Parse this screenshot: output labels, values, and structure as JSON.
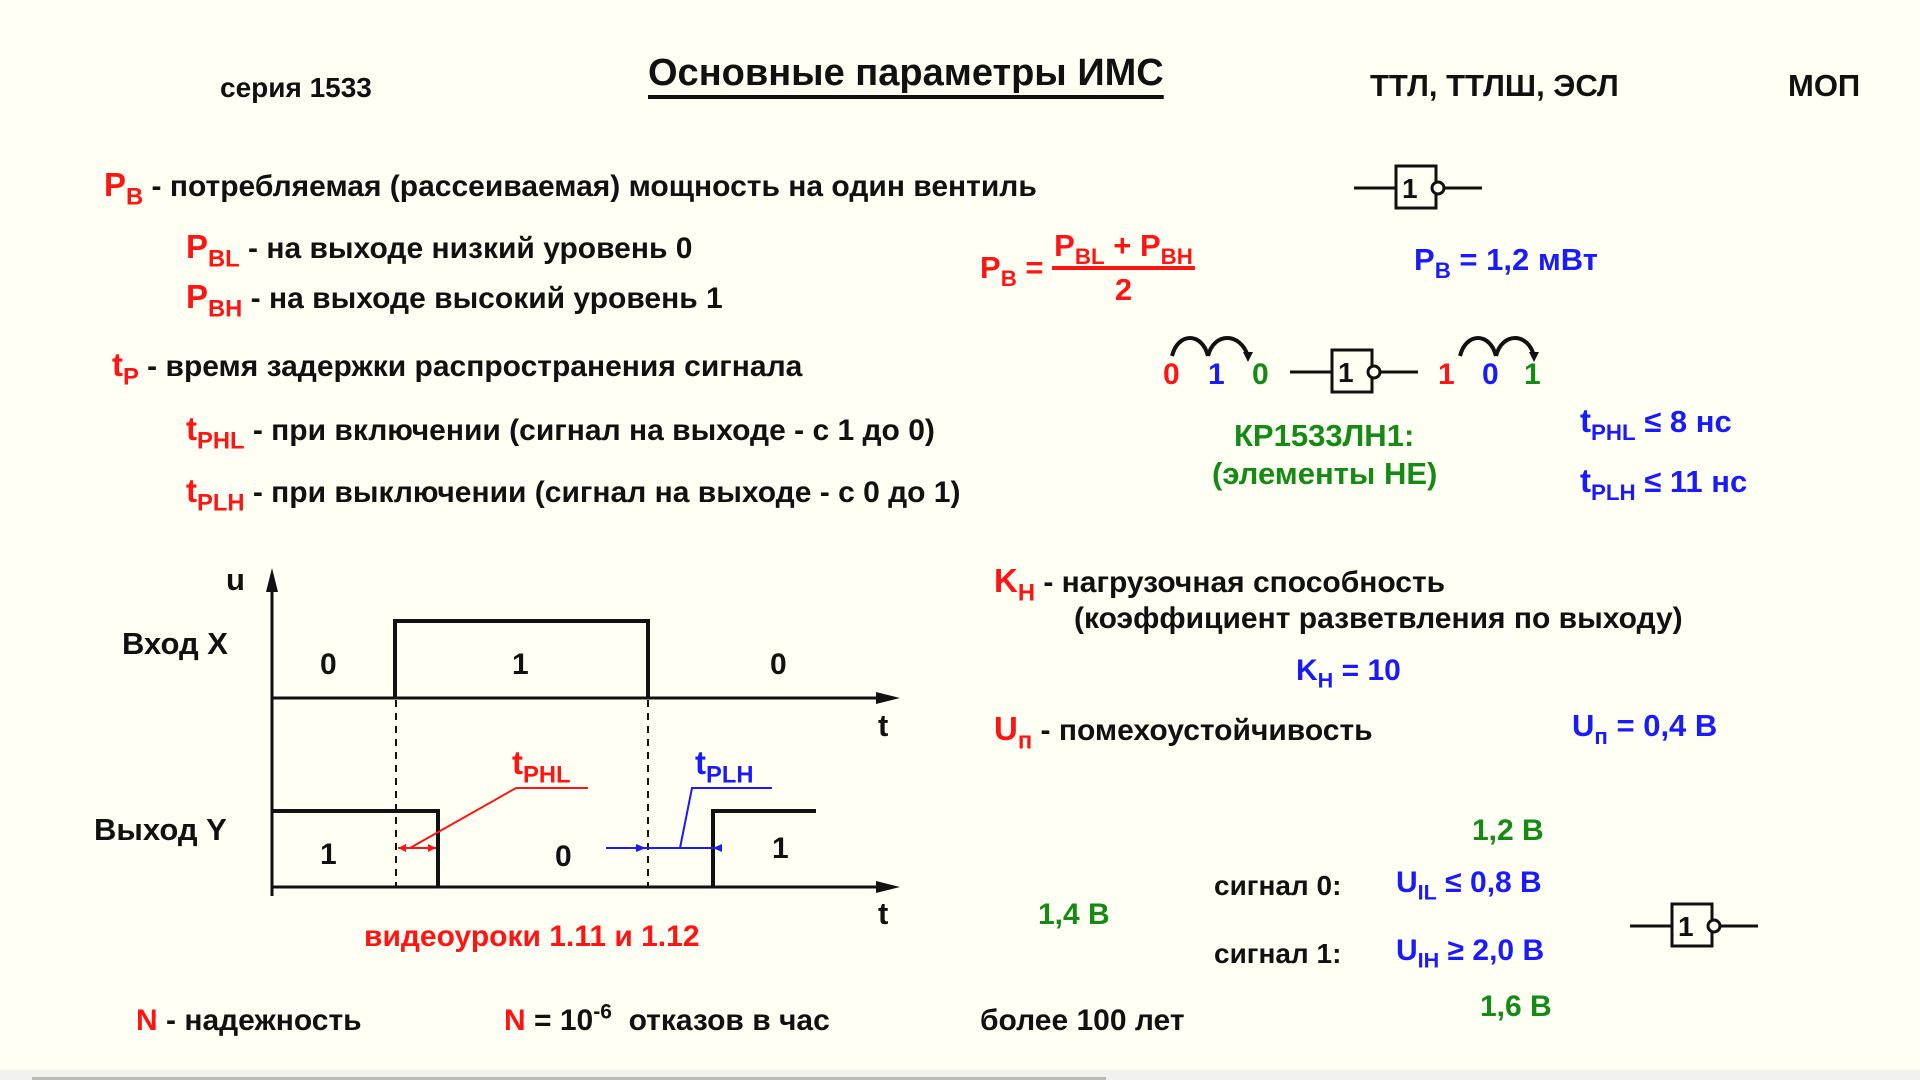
{
  "header": {
    "series": "серия 1533",
    "title": "Основные параметры ИМС",
    "col_ttl": "ТТЛ, ТТЛШ, ЭСЛ",
    "col_mop": "МОП"
  },
  "power": {
    "sym": "P",
    "sub": "B",
    "desc": " - потребляемая (рассеиваемая) мощность на один вентиль",
    "low": {
      "sym": "P",
      "sub": "BL",
      "desc": " - на выходе низкий уровень 0"
    },
    "high": {
      "sym": "P",
      "sub": "BH",
      "desc": " - на выходе высокий уровень 1"
    },
    "formula": {
      "lhs_sym": "P",
      "lhs_sub": "B",
      "eq": " = ",
      "num_a_sym": "P",
      "num_a_sub": "BL",
      "plus": " + ",
      "num_b_sym": "P",
      "num_b_sub": "BH",
      "den": "2"
    },
    "value": {
      "sym": "P",
      "sub": "B",
      "rest": " = 1,2 мВт"
    },
    "gate_label": "1"
  },
  "delay": {
    "sym": "t",
    "sub": "P",
    "desc": " - время задержки распространения сигнала",
    "phl": {
      "sym": "t",
      "sub": "PHL",
      "desc": " - при включении (сигнал на выходе - с 1 до 0)"
    },
    "plh": {
      "sym": "t",
      "sub": "PLH",
      "desc": " - при выключении (сигнал на выходе - с 0 до 1)"
    },
    "gate_label": "1",
    "input_seq": [
      "0",
      "1",
      "0"
    ],
    "output_seq": [
      "1",
      "0",
      "1"
    ],
    "chip": "КР1533ЛН1:",
    "chip_desc": "(элементы НЕ)",
    "phl_value": {
      "sym": "t",
      "sub": "PHL",
      "rest": " ≤ 8 нс"
    },
    "plh_value": {
      "sym": "t",
      "sub": "PLH",
      "rest": " ≤ 11 нс"
    }
  },
  "timing": {
    "axis_u": "u",
    "axis_t": "t",
    "input_label": "Вход X",
    "output_label": "Выход Y",
    "input_levels": [
      "0",
      "1",
      "0"
    ],
    "output_levels": [
      "1",
      "0",
      "1"
    ],
    "phl_label": {
      "sym": "t",
      "sub": "PHL"
    },
    "plh_label": {
      "sym": "t",
      "sub": "PLH"
    },
    "video_note": "видеоуроки 1.11 и 1.12"
  },
  "load": {
    "sym": "K",
    "sub": "H",
    "desc": " - нагрузочная способность",
    "desc2": "(коэффициент разветвления по выходу)",
    "value": {
      "sym": "K",
      "sub": "H",
      "rest": " = 10"
    }
  },
  "noise": {
    "sym": "U",
    "sub": "п",
    "desc": " - помехоустойчивость",
    "value": {
      "sym": "U",
      "sub": "п",
      "rest": " = 0,4 В"
    }
  },
  "levels": {
    "v12": "1,2 В",
    "v14": "1,4 В",
    "v16": "1,6 В",
    "sig0_label": "сигнал 0:",
    "sig0": {
      "sym": "U",
      "sub": "IL",
      "rest": " ≤ 0,8 В"
    },
    "sig1_label": "сигнал 1:",
    "sig1": {
      "sym": "U",
      "sub": "IH",
      "rest": " ≥ 2,0 В"
    },
    "gate_label": "1"
  },
  "reliability": {
    "sym": "N",
    "desc": " - надежность",
    "value_sym": "N",
    "value_eq": " = 10",
    "value_exp": "-6",
    "value_rest": "  отказов в час",
    "years": "более 100 лет"
  },
  "colors": {
    "background": "#fffff3",
    "red": "#ff1414",
    "blue": "#1a1aff",
    "green": "#158a15",
    "text": "#111111"
  }
}
